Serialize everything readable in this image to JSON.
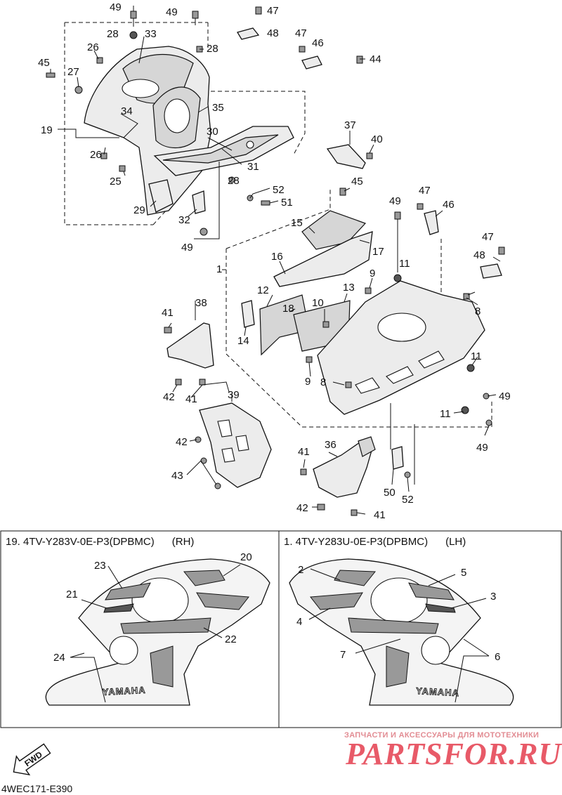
{
  "diagram": {
    "callouts": [
      {
        "id": "c49a",
        "text": "49"
      },
      {
        "id": "c49b",
        "text": "49"
      },
      {
        "id": "c47a",
        "text": "47"
      },
      {
        "id": "c28a",
        "text": "28"
      },
      {
        "id": "c33",
        "text": "33"
      },
      {
        "id": "c48a",
        "text": "48"
      },
      {
        "id": "c26a",
        "text": "26"
      },
      {
        "id": "c28b",
        "text": "28"
      },
      {
        "id": "c47b",
        "text": "47"
      },
      {
        "id": "c46a",
        "text": "46"
      },
      {
        "id": "c45a",
        "text": "45"
      },
      {
        "id": "c27",
        "text": "27"
      },
      {
        "id": "c44",
        "text": "44"
      },
      {
        "id": "c34",
        "text": "34"
      },
      {
        "id": "c35",
        "text": "35"
      },
      {
        "id": "c19",
        "text": "19"
      },
      {
        "id": "c37",
        "text": "37"
      },
      {
        "id": "c30",
        "text": "30"
      },
      {
        "id": "c40",
        "text": "40"
      },
      {
        "id": "c26b",
        "text": "26"
      },
      {
        "id": "c31",
        "text": "31"
      },
      {
        "id": "c25",
        "text": "25"
      },
      {
        "id": "c28c",
        "text": "28"
      },
      {
        "id": "c45b",
        "text": "45"
      },
      {
        "id": "c52a",
        "text": "52"
      },
      {
        "id": "c49c",
        "text": "49"
      },
      {
        "id": "c47c",
        "text": "47"
      },
      {
        "id": "c51",
        "text": "51"
      },
      {
        "id": "c46b",
        "text": "46"
      },
      {
        "id": "c29",
        "text": "29"
      },
      {
        "id": "c32",
        "text": "32"
      },
      {
        "id": "c15",
        "text": "15"
      },
      {
        "id": "c49d",
        "text": "49"
      },
      {
        "id": "c17",
        "text": "17"
      },
      {
        "id": "c47d",
        "text": "47"
      },
      {
        "id": "c1",
        "text": "1"
      },
      {
        "id": "c16",
        "text": "16"
      },
      {
        "id": "c48b",
        "text": "48"
      },
      {
        "id": "c11a",
        "text": "11"
      },
      {
        "id": "c9a",
        "text": "9"
      },
      {
        "id": "c12",
        "text": "12"
      },
      {
        "id": "c13",
        "text": "13"
      },
      {
        "id": "c18",
        "text": "18"
      },
      {
        "id": "c10",
        "text": "10"
      },
      {
        "id": "c38",
        "text": "38"
      },
      {
        "id": "c41a",
        "text": "41"
      },
      {
        "id": "c8a",
        "text": "8"
      },
      {
        "id": "c14",
        "text": "14"
      },
      {
        "id": "c11b",
        "text": "11"
      },
      {
        "id": "c9b",
        "text": "9"
      },
      {
        "id": "c8b",
        "text": "8"
      },
      {
        "id": "c42a",
        "text": "42"
      },
      {
        "id": "c41b",
        "text": "41"
      },
      {
        "id": "c49e",
        "text": "49"
      },
      {
        "id": "c39",
        "text": "39"
      },
      {
        "id": "c11c",
        "text": "11"
      },
      {
        "id": "c49f",
        "text": "49"
      },
      {
        "id": "c42b",
        "text": "42"
      },
      {
        "id": "c36",
        "text": "36"
      },
      {
        "id": "c41c",
        "text": "41"
      },
      {
        "id": "c43",
        "text": "43"
      },
      {
        "id": "c50",
        "text": "50"
      },
      {
        "id": "c52b",
        "text": "52"
      },
      {
        "id": "c42c",
        "text": "42"
      },
      {
        "id": "c41d",
        "text": "41"
      }
    ]
  },
  "panels": {
    "rh": {
      "title": "19. 4TV-Y283V-0E-P3(DPBMC)      (RH)",
      "callouts": [
        "23",
        "20",
        "21",
        "22",
        "24"
      ],
      "brand_mark": "YAMAHA"
    },
    "lh": {
      "title": "1. 4TV-Y283U-0E-P3(DPBMC)      (LH)",
      "callouts": [
        "2",
        "5",
        "3",
        "4",
        "7",
        "6"
      ],
      "brand_mark": "YAMAHA"
    }
  },
  "footer": {
    "direction_label": "FWD",
    "diagram_code": "4WEC171-E390",
    "watermark_tagline": "ЗАПЧАСТИ И АКСЕССУАРЫ ДЛЯ МОТОТЕХНИКИ",
    "watermark_logo": "PARTSFOR.RU"
  },
  "colors": {
    "line": "#111111",
    "watermark": "#e85a68"
  }
}
